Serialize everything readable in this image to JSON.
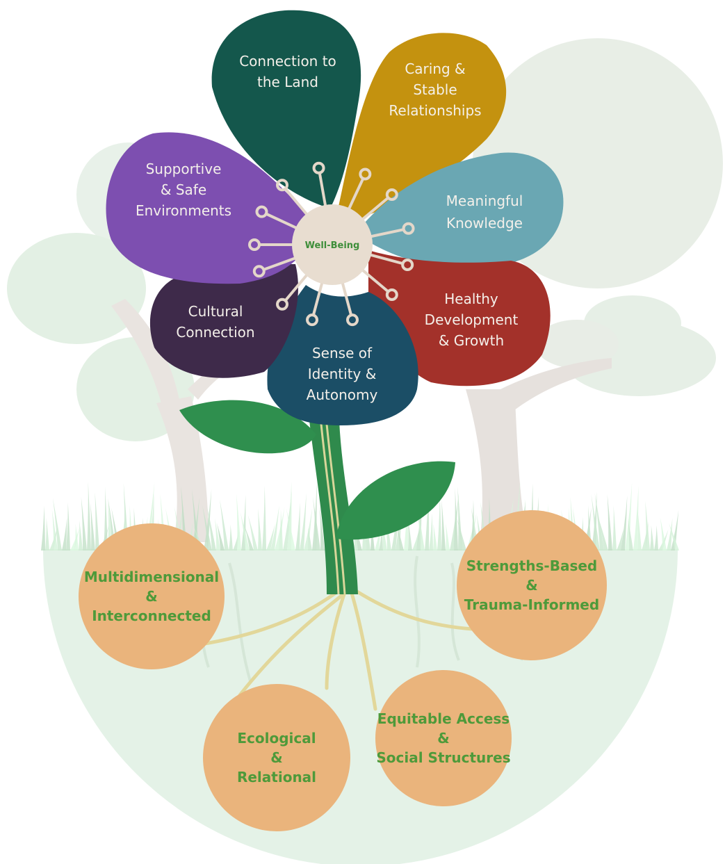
{
  "center": {
    "label": "Well-Being"
  },
  "petals": [
    {
      "id": "connection-to-land",
      "lines": [
        "Connection to",
        "the Land"
      ],
      "color": "#14574c"
    },
    {
      "id": "caring-stable-relationships",
      "lines": [
        "Caring &",
        "Stable",
        "Relationships"
      ],
      "color": "#c4920f"
    },
    {
      "id": "meaningful-knowledge",
      "lines": [
        "Meaningful",
        "Knowledge"
      ],
      "color": "#6aa7b3"
    },
    {
      "id": "healthy-development-growth",
      "lines": [
        "Healthy",
        "Development",
        "& Growth"
      ],
      "color": "#a3312a"
    },
    {
      "id": "sense-of-identity-autonomy",
      "lines": [
        "Sense of",
        "Identity &",
        "Autonomy"
      ],
      "color": "#1b4e66"
    },
    {
      "id": "cultural-connection",
      "lines": [
        "Cultural",
        "Connection"
      ],
      "color": "#3e2a4a"
    },
    {
      "id": "supportive-safe-environments",
      "lines": [
        "Supportive",
        "& Safe",
        "Environments"
      ],
      "color": "#7d4fb0"
    }
  ],
  "roots": [
    {
      "id": "multidimensional-interconnected",
      "lines": [
        "Multidimensional",
        "&",
        "Interconnected"
      ]
    },
    {
      "id": "strengths-based-trauma-informed",
      "lines": [
        "Strengths-Based",
        "&",
        "Trauma-Informed"
      ]
    },
    {
      "id": "ecological-relational",
      "lines": [
        "Ecological",
        "&",
        "Relational"
      ]
    },
    {
      "id": "equitable-access-social-structures",
      "lines": [
        "Equitable Access",
        "&",
        "Social Structures"
      ]
    }
  ],
  "colors": {
    "center_fill": "#e8ddd0",
    "root_circle": "#eab47c",
    "root_text": "#4e9a3a",
    "stem": "#2e8a4a",
    "leaf": "#2f8f4e",
    "ground": "#e3f1e6",
    "tree_canopy": "#e7efe7",
    "tree_trunk": "#e4dfdb"
  }
}
